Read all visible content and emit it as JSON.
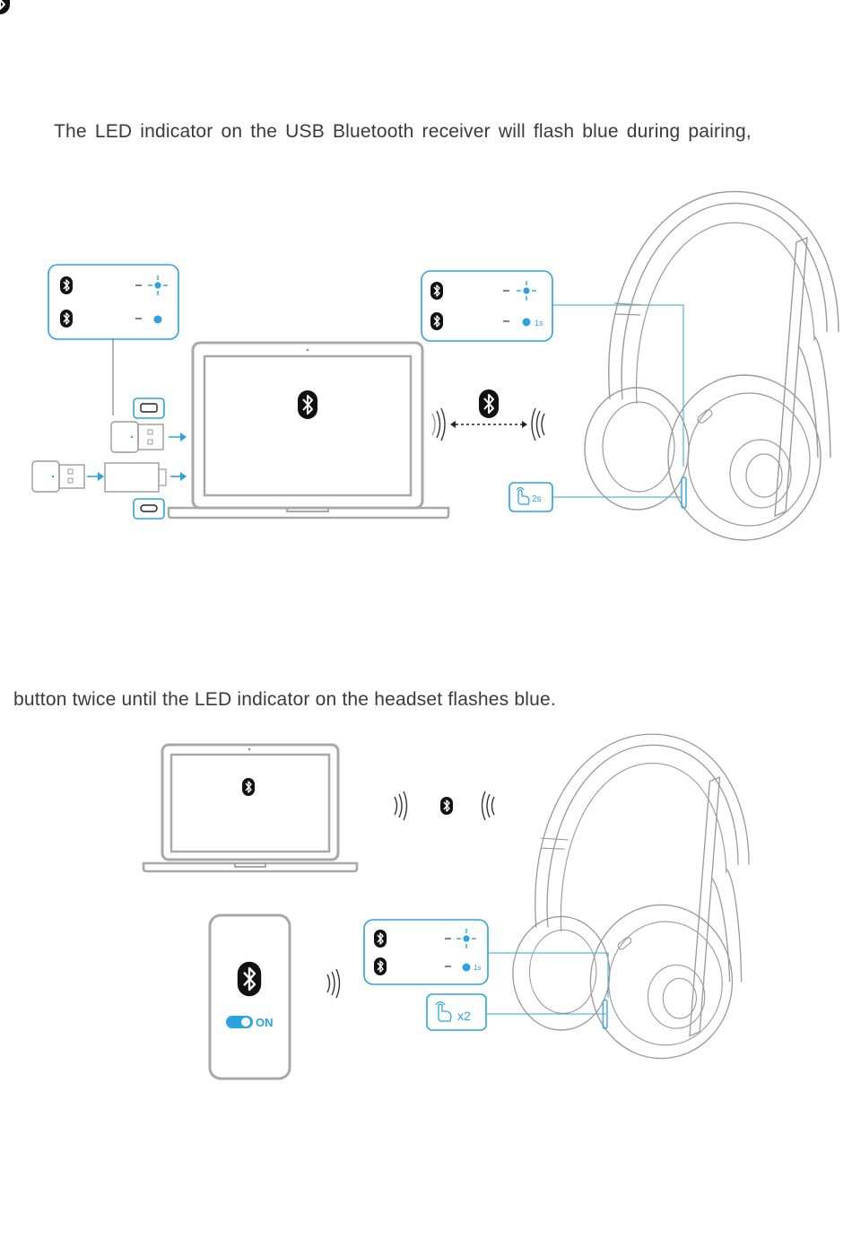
{
  "captions": {
    "top": "The LED indicator on the USB Bluetooth receiver will flash blue during pairing,",
    "bottom": "button twice until the LED indicator on the headset flashes blue."
  },
  "labels": {
    "hold_time_1": "2s",
    "led_time_1": "1s",
    "led_time_2": "1s",
    "press_count": "x2",
    "phone_toggle": "ON"
  },
  "colors": {
    "accent": "#2aa4df",
    "outline": "#9a9a9a",
    "laptop": "#a8a8a8"
  },
  "icons": [
    "bluetooth-icon",
    "led-flash-icon",
    "led-solid-icon",
    "hand-press-icon",
    "signal-waves-icon"
  ]
}
